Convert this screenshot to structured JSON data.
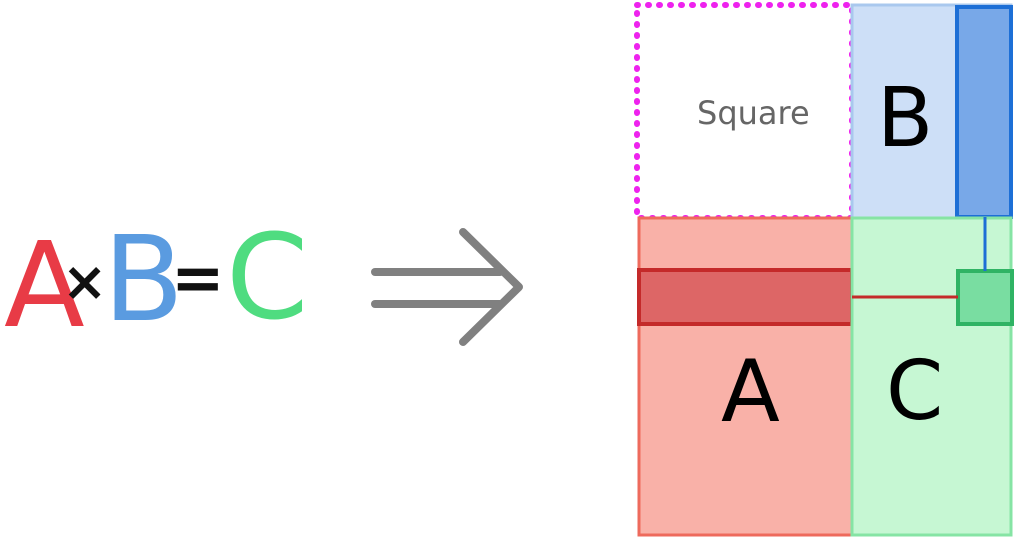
{
  "equation": {
    "a_label": "A",
    "times_symbol": "×",
    "b_label": "B",
    "equals_symbol": "=",
    "c_label": "C"
  },
  "blocks": {
    "square_label": "Square",
    "a_label": "A",
    "b_label": "B",
    "c_label": "C"
  },
  "colors": {
    "a": "#e83b46",
    "b": "#5a9be0",
    "c": "#4fdc80",
    "arrow": "#808080",
    "square_border": "#ee22ee",
    "a_fill": "#f9b1a8",
    "b_fill": "#cddff7",
    "c_fill": "#c6f7d3",
    "a_bar": "#dd6666",
    "b_bar": "#78a8e8",
    "c_cell": "#79dda1"
  }
}
